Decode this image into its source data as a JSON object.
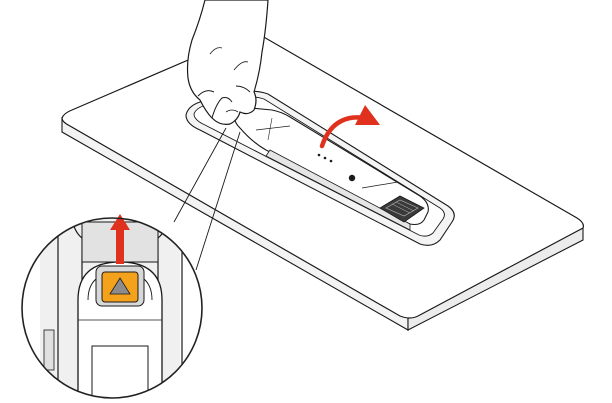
{
  "figure": {
    "subject": "desk-tabletop-control-panel-removal",
    "colors": {
      "line": "#1a1a1a",
      "surface": "#ffffff",
      "panel-shadow": "#d9d9d9",
      "arrow-red": "#e0301e",
      "latch-orange": "#f4a21c",
      "latch-gray": "#8c8c8c",
      "magnifier-ring": "#222222"
    },
    "icons": [
      "hand",
      "curved-arrow",
      "up-arrow",
      "triangle-latch"
    ]
  }
}
